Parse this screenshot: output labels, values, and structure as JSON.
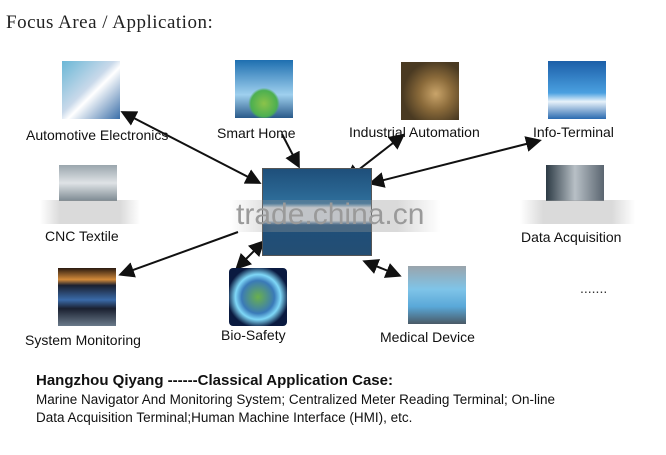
{
  "title": "Focus Area / Application:",
  "center": {
    "name": "embedded-board",
    "watermark": "trade.china.cn"
  },
  "applications": [
    {
      "id": "automotive-electronics",
      "label": "Automotive Electronics"
    },
    {
      "id": "smart-home",
      "label": "Smart Home"
    },
    {
      "id": "industrial-automation",
      "label": "Industrial Automation"
    },
    {
      "id": "info-terminal",
      "label": "Info-Terminal"
    },
    {
      "id": "cnc-textile",
      "label": "CNC Textile"
    },
    {
      "id": "data-acquisition",
      "label": "Data Acquisition"
    },
    {
      "id": "system-monitoring",
      "label": "System Monitoring"
    },
    {
      "id": "bio-safety",
      "label": "Bio-Safety"
    },
    {
      "id": "medical-device",
      "label": "Medical Device"
    }
  ],
  "more": ".......",
  "footer": {
    "heading": "Hangzhou Qiyang ------Classical Application Case:",
    "line1": "Marine Navigator And Monitoring System; Centralized Meter Reading Terminal; On-line",
    "line2": "Data Acquisition Terminal;Human Machine Interface (HMI), etc."
  }
}
